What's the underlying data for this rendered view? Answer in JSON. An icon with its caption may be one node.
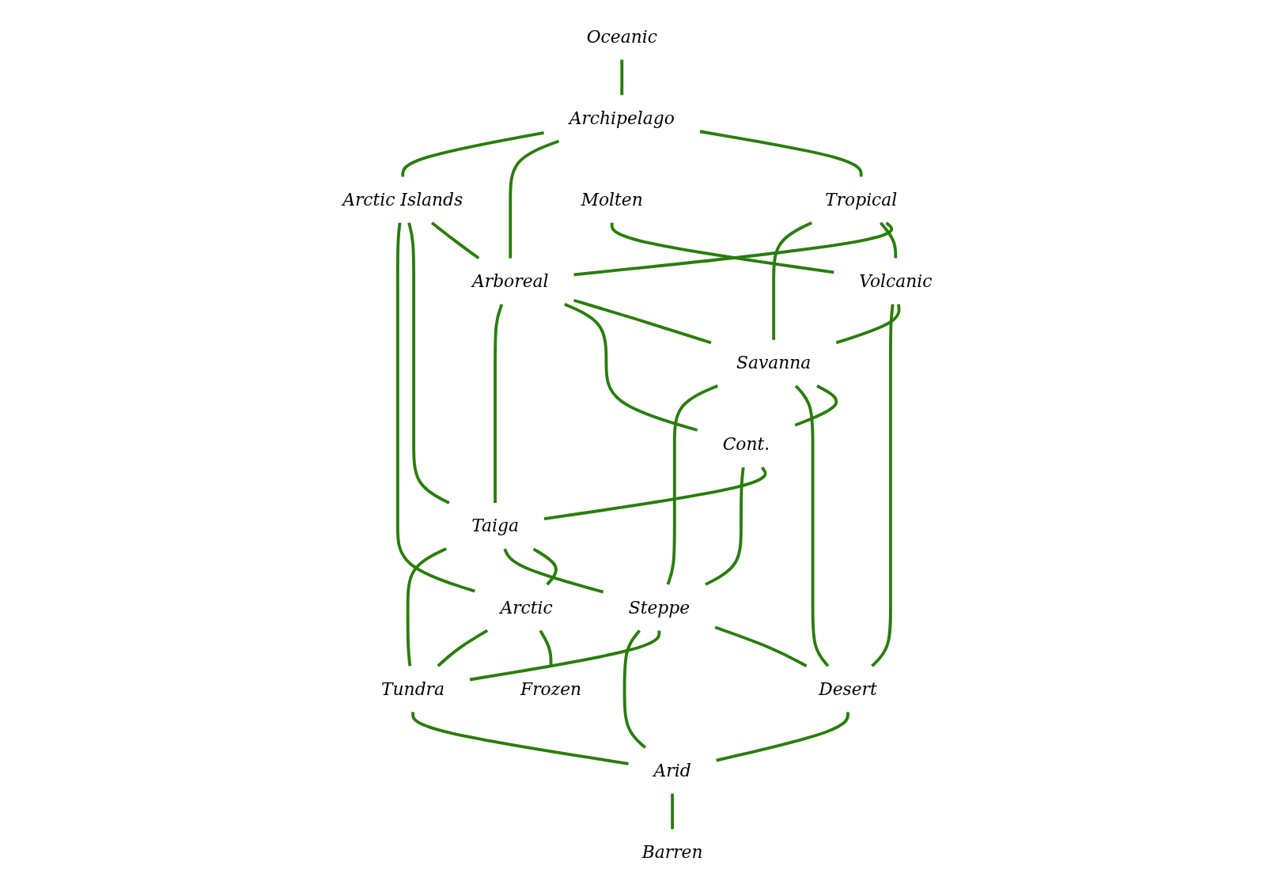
{
  "diagram": {
    "nodes": [
      {
        "text": [
          "Oceanic"
        ]
      },
      {
        "text": [
          "Archipelago"
        ]
      },
      {
        "text": [
          "Tropical"
        ]
      },
      {
        "text": [
          "Arctic Islands"
        ]
      },
      {
        "text": [
          "Arboreal"
        ]
      },
      {
        "text": [
          "Molten"
        ]
      },
      {
        "text": [
          "Volcanic"
        ]
      },
      {
        "text": [
          "Savanna"
        ]
      },
      {
        "text": [
          "Cont."
        ]
      },
      {
        "text": [
          "Taiga"
        ]
      },
      {
        "text": [
          "Arctic"
        ]
      },
      {
        "text": [
          "Frozen"
        ]
      },
      {
        "text": [
          "Steppe"
        ]
      },
      {
        "text": [
          "Desert"
        ]
      },
      {
        "text": [
          "Tundra"
        ]
      },
      {
        "text": [
          "Arid"
        ]
      },
      {
        "text": [
          "Barren"
        ]
      }
    ],
    "edges": [
      {
        "from": 0,
        "to": 1,
        "arrow": "none"
      },
      {
        "from": 1,
        "to": 2,
        "arrow": "none"
      },
      {
        "from": 1,
        "to": 4,
        "arrow": "none"
      },
      {
        "from": 1,
        "to": 3,
        "arrow": "none"
      },
      {
        "from": 2,
        "to": 4,
        "arrow": "none"
      },
      {
        "from": 3,
        "to": 4,
        "arrow": "none"
      },
      {
        "from": 2,
        "to": 6,
        "arrow": "none"
      },
      {
        "from": 2,
        "to": 7,
        "arrow": "none"
      },
      {
        "from": 3,
        "to": 9,
        "arrow": "none"
      },
      {
        "from": 3,
        "to": 10,
        "arrow": "none"
      },
      {
        "from": 4,
        "to": 7,
        "arrow": "none"
      },
      {
        "from": 4,
        "to": 8,
        "arrow": "none"
      },
      {
        "from": 4,
        "to": 9,
        "arrow": "none"
      },
      {
        "from": 5,
        "to": 6,
        "arrow": "none"
      },
      {
        "from": 6,
        "to": 7,
        "arrow": "none"
      },
      {
        "from": 7,
        "to": 8,
        "arrow": "none"
      },
      {
        "from": 8,
        "to": 9,
        "arrow": "none"
      },
      {
        "from": 9,
        "to": 10,
        "arrow": "none"
      },
      {
        "from": 10,
        "to": 11,
        "arrow": "none"
      },
      {
        "from": 6,
        "to": 13,
        "arrow": "none"
      },
      {
        "from": 7,
        "to": 13,
        "arrow": "none"
      },
      {
        "from": 7,
        "to": 12,
        "arrow": "none"
      },
      {
        "from": 8,
        "to": 12,
        "arrow": "none"
      },
      {
        "from": 9,
        "to": 12,
        "arrow": "none"
      },
      {
        "from": 9,
        "to": 14,
        "arrow": "none"
      },
      {
        "from": 10,
        "to": 14,
        "arrow": "none"
      },
      {
        "from": 12,
        "to": 13,
        "arrow": "none"
      },
      {
        "from": 12,
        "to": 14,
        "arrow": "none"
      },
      {
        "from": 12,
        "to": 15,
        "arrow": "none"
      },
      {
        "from": 13,
        "to": 15,
        "arrow": "none"
      },
      {
        "from": 14,
        "to": 15,
        "arrow": "none"
      },
      {
        "from": 15,
        "to": 16,
        "arrow": "none"
      }
    ]
  }
}
